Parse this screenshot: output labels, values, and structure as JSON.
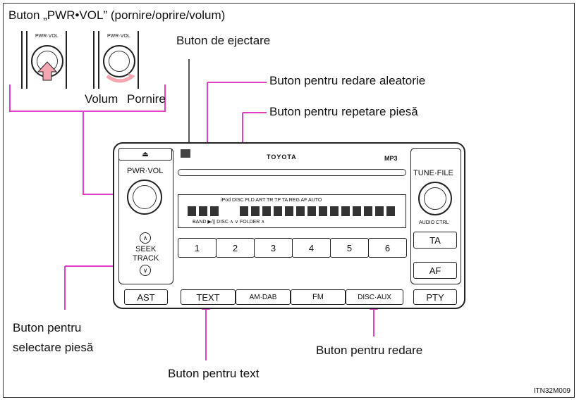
{
  "labels": {
    "pwr_vol": "Buton „PWR•VOL” (pornire/oprire/volum)",
    "eject": "Buton de ejectare",
    "random": "Buton pentru redare aleatorie",
    "repeat": "Buton pentru repetare piesă",
    "volum": "Volum",
    "pornire": "Pornire",
    "track_line1": "Buton pentru",
    "track_line2": "selectare piesă",
    "redare": "Buton pentru redare",
    "text_btn": "Buton pentru text",
    "ref_code": "ITN32M009"
  },
  "unit": {
    "brand": "TOYOTA",
    "format": "MP3",
    "pwr_vol": "PWR·VOL",
    "tune_file": "TUNE·FILE",
    "audio_ctrl": "AUDIO CTRL",
    "seek": "SEEK",
    "track": "TRACK",
    "ta": "TA",
    "af": "AF",
    "ast": "AST",
    "pty": "PTY",
    "text": "TEXT",
    "am_dab": "AM·DAB",
    "fm": "FM",
    "disc_aux": "DISC·AUX",
    "display_top": "iPod DISC  FLD ART  TR  TP TA REG AF AUTO",
    "display_bottom": "BAND  ▶/∥  DISC ∧  ∨ FOLDER ∧",
    "presets": [
      "1",
      "2",
      "3",
      "4",
      "5",
      "6"
    ],
    "knob_caption": "PWR·VOL"
  }
}
